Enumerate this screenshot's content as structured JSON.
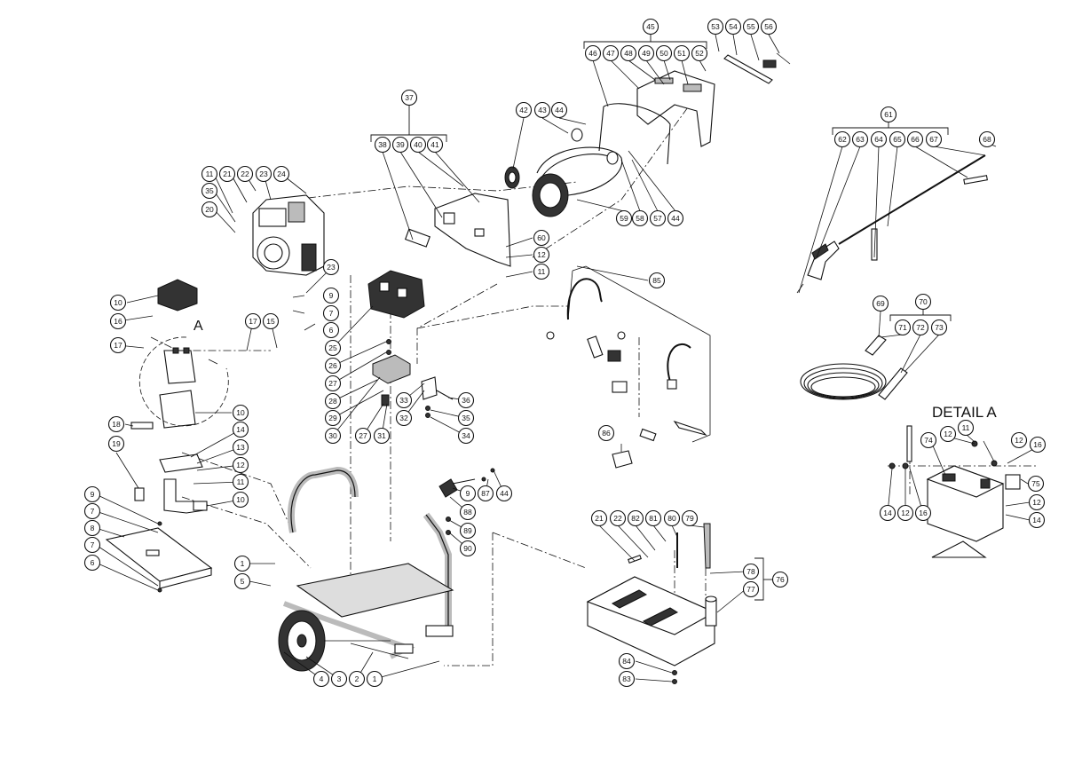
{
  "detail_title": "DETAIL A",
  "detail_marker": "A",
  "callouts": {
    "c1a": "1",
    "c1b": "1",
    "c2": "2",
    "c3": "3",
    "c4": "4",
    "c5": "5",
    "c6a": "6",
    "c6b": "6",
    "c7a": "7",
    "c7b": "7",
    "c7c": "7",
    "c8": "8",
    "c9a": "9",
    "c9b": "9",
    "c9c": "9",
    "c10a": "10",
    "c10b": "10",
    "c10c": "10",
    "c11a": "11",
    "c11b": "11",
    "c11c": "11",
    "c11d": "11",
    "c12a": "12",
    "c12b": "12",
    "c12c": "12",
    "c12d": "12",
    "c12e": "12",
    "c12f": "12",
    "c13": "13",
    "c14a": "14",
    "c14b": "14",
    "c14c": "14",
    "c15": "15",
    "c16a": "16",
    "c16b": "16",
    "c16c": "16",
    "c17a": "17",
    "c17b": "17",
    "c18": "18",
    "c19": "19",
    "c20": "20",
    "c21a": "21",
    "c21b": "21",
    "c22a": "22",
    "c22b": "22",
    "c23a": "23",
    "c23b": "23",
    "c24": "24",
    "c25": "25",
    "c26": "26",
    "c27a": "27",
    "c27b": "27",
    "c28": "28",
    "c29": "29",
    "c30": "30",
    "c31": "31",
    "c32": "32",
    "c33": "33",
    "c34": "34",
    "c35a": "35",
    "c35b": "35",
    "c36": "36",
    "c37": "37",
    "c38": "38",
    "c39": "39",
    "c40": "40",
    "c41": "41",
    "c42": "42",
    "c43": "43",
    "c44a": "44",
    "c44b": "44",
    "c44c": "44",
    "c45": "45",
    "c46": "46",
    "c47": "47",
    "c48": "48",
    "c49": "49",
    "c50": "50",
    "c51": "51",
    "c52": "52",
    "c53": "53",
    "c54": "54",
    "c55": "55",
    "c56": "56",
    "c57": "57",
    "c58": "58",
    "c59": "59",
    "c60": "60",
    "c61": "61",
    "c62": "62",
    "c63": "63",
    "c64": "64",
    "c65": "65",
    "c66": "66",
    "c67": "67",
    "c68": "68",
    "c69": "69",
    "c70": "70",
    "c71": "71",
    "c72": "72",
    "c73": "73",
    "c74": "74",
    "c75": "75",
    "c76": "76",
    "c77": "77",
    "c78": "78",
    "c79": "79",
    "c80": "80",
    "c81": "81",
    "c82": "82",
    "c83": "83",
    "c84": "84",
    "c85": "85",
    "c86": "86",
    "c87": "87",
    "c88": "88",
    "c89": "89",
    "c90": "90"
  }
}
